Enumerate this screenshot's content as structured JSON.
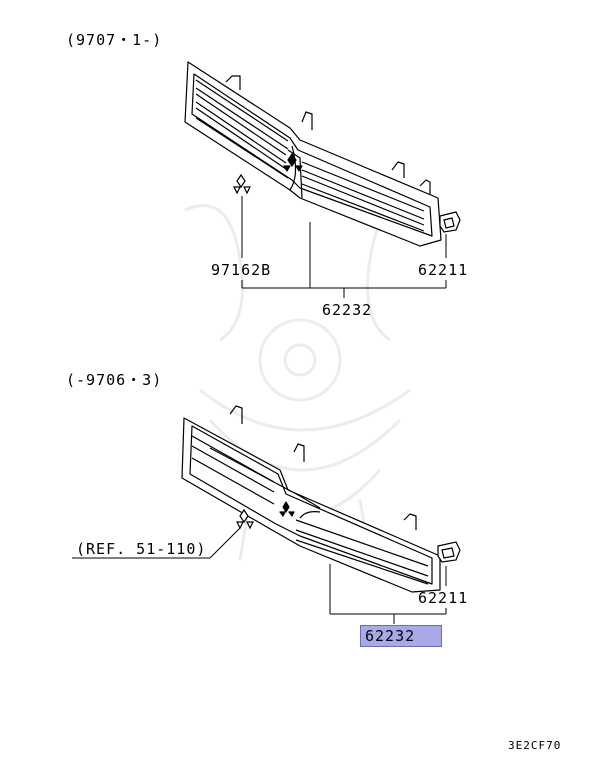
{
  "sections": {
    "upper_title": "(9707・1-)",
    "lower_title": "(-9706・3)"
  },
  "upper": {
    "part_emblem": "97162B",
    "part_clip": "62211",
    "part_grille": "62232"
  },
  "lower": {
    "ref": "(REF. 51-110)",
    "part_clip": "62211",
    "part_grille": "62232"
  },
  "highlight_color": "#aaa9e8",
  "diagram_code": "3E2CF70"
}
